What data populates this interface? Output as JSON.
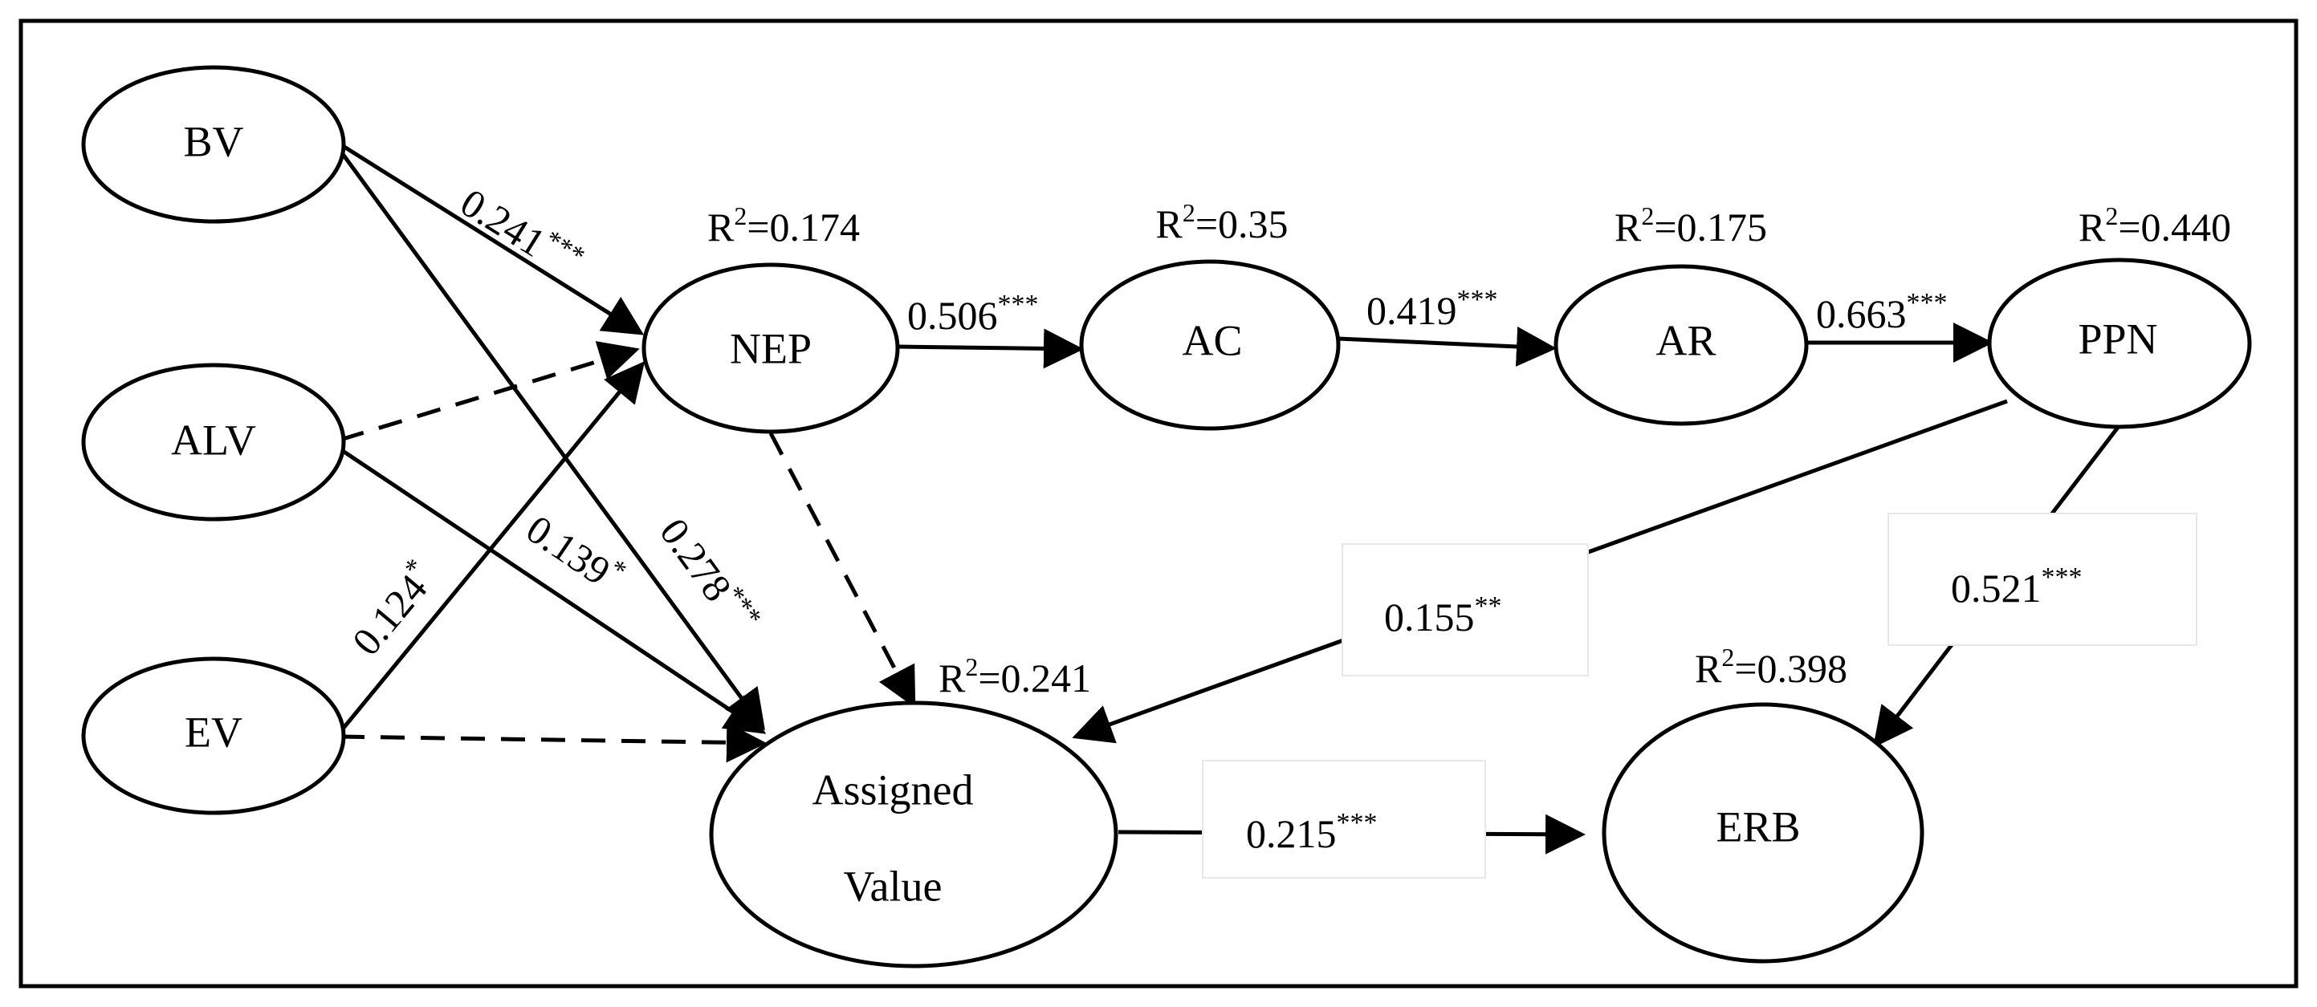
{
  "nodes": {
    "bv": "BV",
    "alv": "ALV",
    "ev": "EV",
    "nep": "NEP",
    "ac": "AC",
    "ar": "AR",
    "ppn": "PPN",
    "assigned_line1": "Assigned",
    "assigned_line2": "Value",
    "erb": "ERB"
  },
  "r_squared": {
    "nep": {
      "prefix": "R",
      "sup": "2",
      "value": "=0.174"
    },
    "ac": {
      "prefix": "R",
      "sup": "2",
      "value": "=0.35"
    },
    "ar": {
      "prefix": "R",
      "sup": "2",
      "value": "=0.175"
    },
    "ppn": {
      "prefix": "R",
      "sup": "2",
      "value": "=0.440"
    },
    "assigned": {
      "prefix": "R",
      "sup": "2",
      "value": "=0.241"
    },
    "erb": {
      "prefix": "R",
      "sup": "2",
      "value": "=0.398"
    }
  },
  "paths": {
    "bv_nep": {
      "coef": "0.241",
      "sig": "***"
    },
    "nep_ac": {
      "coef": "0.506",
      "sig": "***"
    },
    "ac_ar": {
      "coef": "0.419",
      "sig": "***"
    },
    "ar_ppn": {
      "coef": "0.663",
      "sig": "***"
    },
    "ev_nep": {
      "coef": "0.124",
      "sig": "*"
    },
    "alv_assigned": {
      "coef": "0.139",
      "sig": "*"
    },
    "bv_assigned": {
      "coef": "0.278",
      "sig": "***"
    },
    "ppn_assigned": {
      "coef": "0.155",
      "sig": "**"
    },
    "ppn_erb": {
      "coef": "0.521",
      "sig": "***"
    },
    "assigned_erb": {
      "coef": "0.215",
      "sig": "***"
    }
  }
}
